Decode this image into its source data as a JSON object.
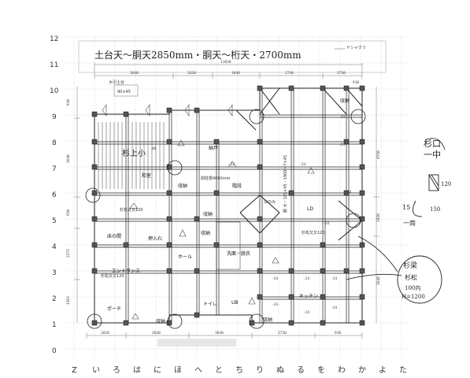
{
  "title": "土台天～胴天2850mm・胴天～桁天・2700mm",
  "top_right_label": "ドシャクう",
  "row_numbers": [
    "0",
    "1",
    "2",
    "3",
    "4",
    "5",
    "6",
    "7",
    "8",
    "9",
    "10",
    "11",
    "12"
  ],
  "column_labels": [
    "Z",
    "い",
    "ろ",
    "は",
    "に",
    "ほ",
    "へ",
    "と",
    "ち",
    "り",
    "ぬ",
    "る",
    "を",
    "わ",
    "か",
    "よ",
    "た"
  ],
  "rooms": {
    "washitsu": "和室",
    "nando": "納戸",
    "shuno_a": "収納",
    "shuno_b": "収納",
    "kaidan": "階段",
    "oshiire": "押入れ",
    "tokonoma": "床の間",
    "shuno_c": "収納",
    "hall": "ホール",
    "senmen": "洗面・脱衣",
    "ub": "UB",
    "toire": "トイレ",
    "entrance": "エントランス",
    "porch": "ポーチ",
    "kitchen": "キッチン",
    "ld": "LD",
    "shuno_d": "収納",
    "shuno_e": "収納",
    "shuno_f": "収納"
  },
  "dims_top": [
    "11830",
    "3640",
    "2620",
    "3640",
    "2730",
    "2730",
    "910"
  ],
  "dim_bottom": [
    "1820",
    "3640",
    "3640",
    "2730",
    "910"
  ],
  "dims_left": [
    "910",
    "3640",
    "910",
    "2275",
    "1365"
  ],
  "dims_right": [
    "4550",
    "1820",
    "3640"
  ],
  "beam_labels": [
    "杉上小",
    "-40",
    "-24",
    "-24",
    "-24",
    "-24",
    "-24",
    "-24",
    "-24",
    "-24",
    "-24",
    "-24",
    "-24",
    "-24"
  ],
  "beam_spec": "鋼 大・105×45・1900～7×45",
  "notes": {
    "legend1": "大引土台",
    "legend2": "90×45",
    "tokuma": "間柱根4060mm",
    "gyoza": "杉松又又120",
    "gyoza2": "杉松又又120",
    "kyuu": "杉松又又120",
    "kanban": "次のみ"
  },
  "handwritten": {
    "ura": "杉口",
    "ura2": "一中",
    "sun120": "120",
    "sun150": "150",
    "sun150b": "15",
    "sunhe": "一両",
    "annotation1": "杉梁",
    "annotation2": "杉松",
    "annotation3": "100内",
    "annotation4": "H=1200"
  }
}
